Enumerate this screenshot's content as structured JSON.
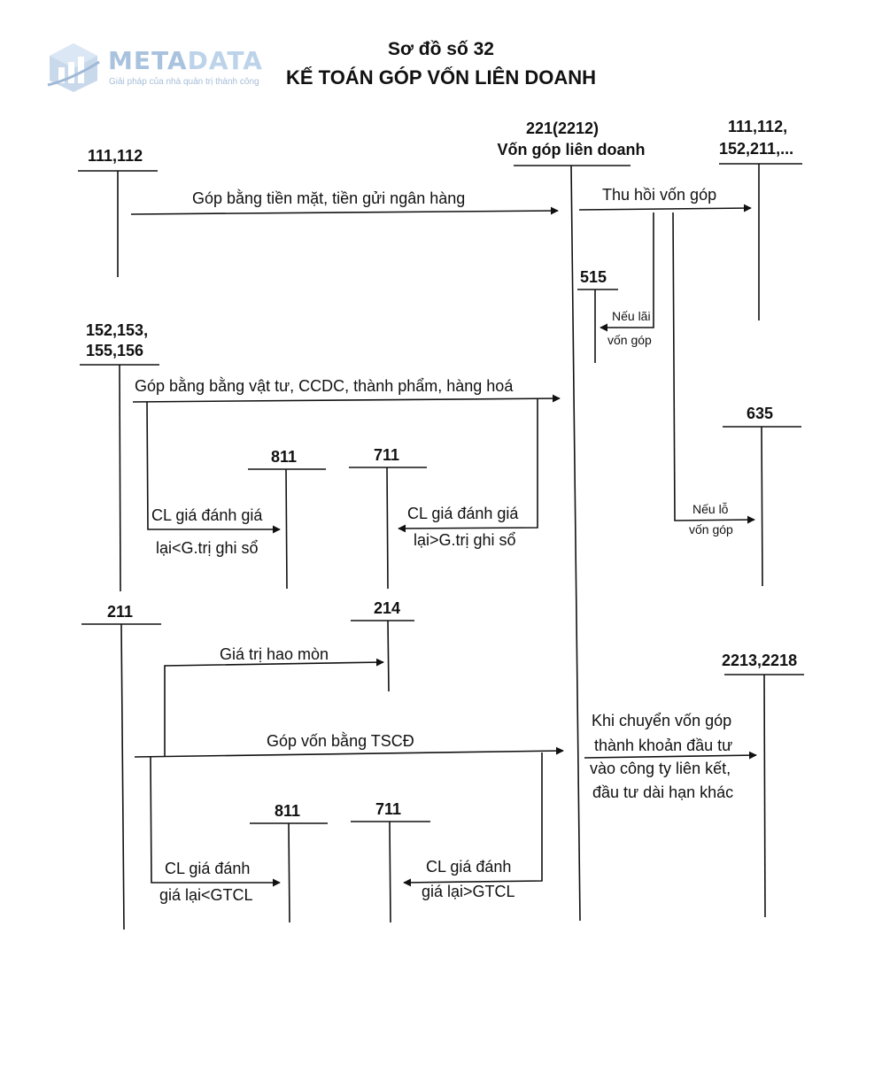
{
  "logo": {
    "name_part1": "META",
    "name_part2": "DATA",
    "tagline": "Giải pháp của nhà quản trị thành công",
    "icon": "building-chart-icon",
    "color": "#a9c3de"
  },
  "diagram": {
    "title_line1": "Sơ đồ số 32",
    "title_line2": "KẾ TOÁN GÓP VỐN LIÊN DOANH",
    "accounts": {
      "a111_112_left": "111,112",
      "a221_code": "221(2212)",
      "a221_name": "Vốn góp liên doanh",
      "a111_112_right_l1": "111,112,",
      "a111_112_right_l2": "152,211,...",
      "a515": "515",
      "a152_l1": "152,153,",
      "a152_l2": "155,156",
      "a635": "635",
      "a811_top": "811",
      "a711_top": "711",
      "a211": "211",
      "a214": "214",
      "a2213": "2213,2218",
      "a811_bottom": "811",
      "a711_bottom": "711"
    },
    "labels": {
      "gop_tien": "Góp bằng tiền mặt, tiền gửi ngân hàng",
      "thu_hoi": "Thu hồi vốn góp",
      "neu_lai_l1": "Nếu lãi",
      "neu_lai_l2": "vốn góp",
      "gop_vat_tu": "Góp bằng bằng vật tư, CCDC, thành phẩm, hàng hoá",
      "neu_lo_l1": "Nếu lỗ",
      "neu_lo_l2": "vốn góp",
      "cl_lt_l1": "CL giá đánh giá",
      "cl_lt_l2": "lại<G.trị ghi sổ",
      "cl_gt_l1": "CL giá đánh giá",
      "cl_gt_l2": "lại>G.trị ghi sổ",
      "hao_mon": "Giá trị hao mòn",
      "gop_tscd": "Góp vốn bằng TSCĐ",
      "chuyen_l1": "Khi chuyển vốn góp",
      "chuyen_l2": "thành khoản đầu tư",
      "chuyen_l3": "vào công ty liên kết,",
      "chuyen_l4": "đầu tư dài hạn khác",
      "cl_gtcl_lt_l1": "CL giá đánh",
      "cl_gtcl_lt_l2": "giá lại<GTCL",
      "cl_gtcl_gt_l1": "CL giá đánh",
      "cl_gtcl_gt_l2": "giá lại>GTCL"
    }
  }
}
